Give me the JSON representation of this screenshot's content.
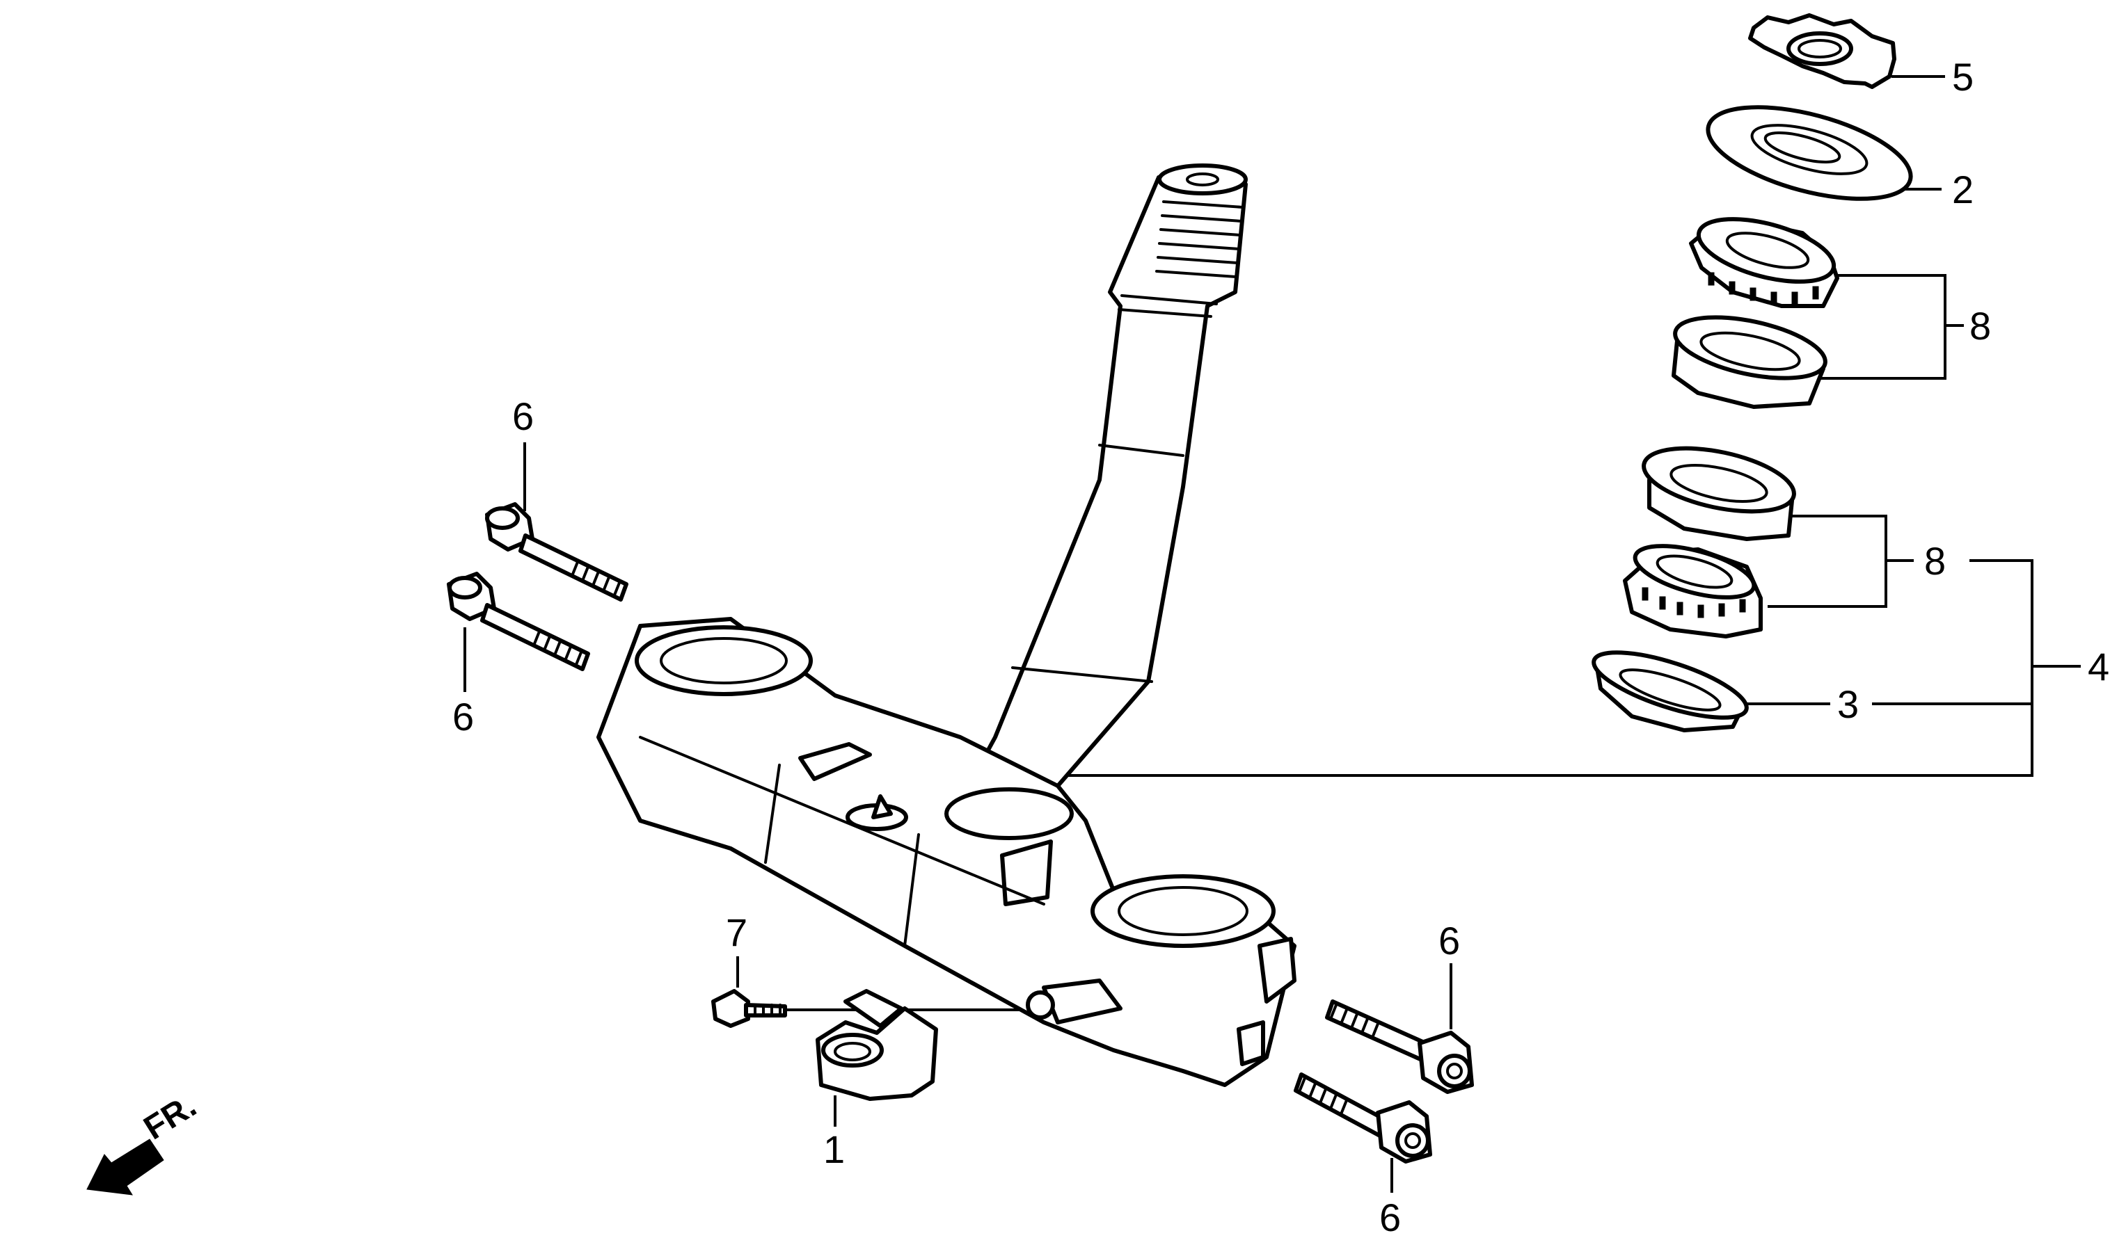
{
  "diagram": {
    "callouts": {
      "c1": "1",
      "c2": "2",
      "c3": "3",
      "c4": "4",
      "c5": "5",
      "c6a": "6",
      "c6b": "6",
      "c6c": "6",
      "c6d": "6",
      "c7": "7",
      "c8a": "8",
      "c8b": "8"
    },
    "direction_marker": "FR.",
    "colors": {
      "line": "#000000",
      "background": "#ffffff"
    }
  }
}
